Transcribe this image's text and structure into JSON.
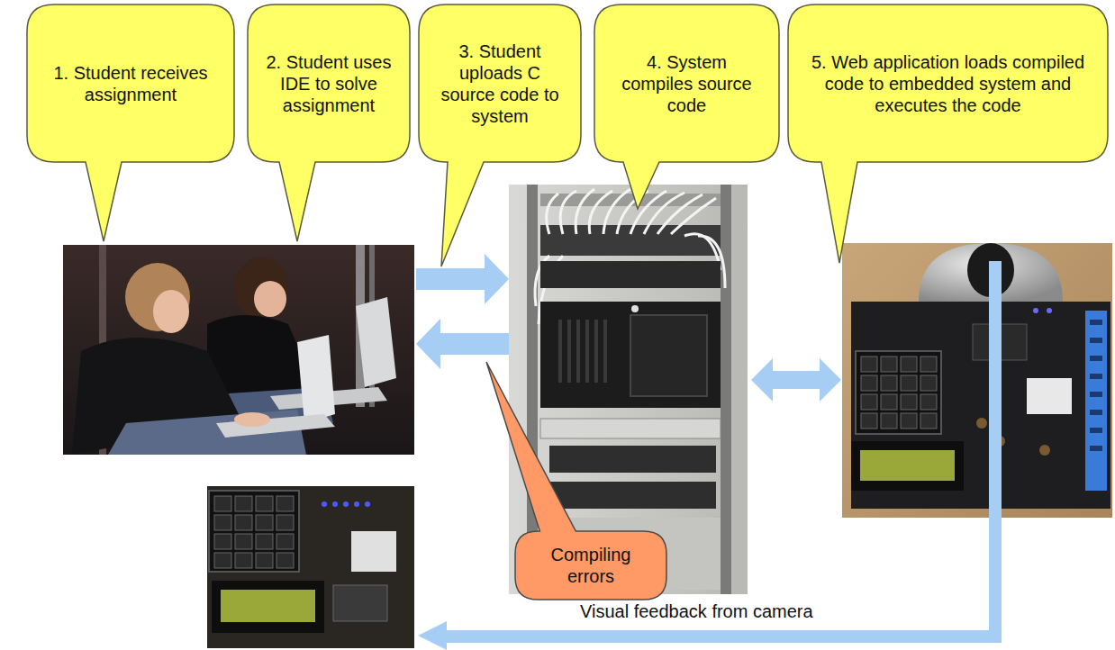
{
  "diagram": {
    "nodes": [
      {
        "text": [
          "1. Student receives assignment"
        ]
      },
      {
        "text": [
          "2. Student uses IDE to solve assignment"
        ]
      },
      {
        "text": [
          "3. Student uploads C source code to system"
        ]
      },
      {
        "text": [
          "4. System compiles source code"
        ]
      },
      {
        "text": [
          "5. Web application loads compiled code to embedded system and executes the code"
        ]
      },
      {
        "text": [
          "Compiling errors"
        ]
      }
    ],
    "labels": [
      "Visual feedback from camera"
    ]
  }
}
